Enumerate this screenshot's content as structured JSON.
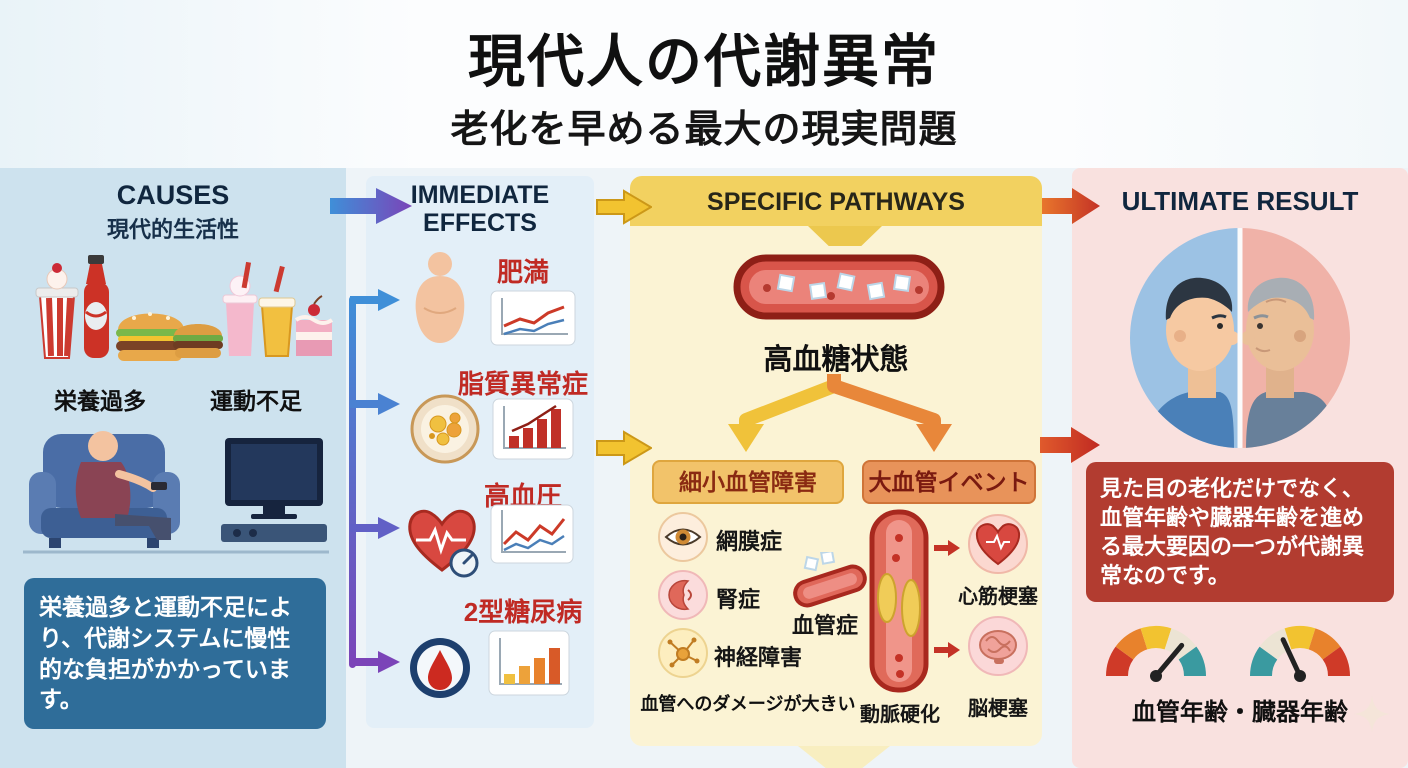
{
  "page": {
    "title": "現代人の代謝異常",
    "subtitle": "老化を早める最大の現実問題"
  },
  "causes": {
    "header": "CAUSES",
    "subheader": "現代的生活性",
    "label_overnutrition": "栄養過多",
    "label_inactivity": "運動不足",
    "note": "栄養過多と運動不足により、代謝システムに慢性的な負担がかかっています。"
  },
  "effects": {
    "header_line1": "IMMEDIATE",
    "header_line2": "EFFECTS",
    "items": [
      {
        "label": "肥満"
      },
      {
        "label": "脂質異常症"
      },
      {
        "label": "高血圧"
      },
      {
        "label": "2型糖尿病"
      }
    ]
  },
  "pathways": {
    "header": "SPECIFIC PATHWAYS",
    "central_state": "高血糖状態",
    "micro": {
      "title": "細小血管障害",
      "items": [
        {
          "label": "網膜症"
        },
        {
          "label": "腎症"
        },
        {
          "label": "血管症"
        },
        {
          "label": "神経障害"
        }
      ],
      "caption": "血管へのダメージが大きい"
    },
    "macro": {
      "title": "大血管イベント",
      "items": [
        {
          "label": "動脈硬化"
        },
        {
          "label": "心筋梗塞"
        },
        {
          "label": "脳梗塞"
        }
      ]
    }
  },
  "result": {
    "header": "ULTIMATE RESULT",
    "note": "見た目の老化だけでなく、血管年齢や臓器年齢を進める最大要因の一つが代謝異常なのです。",
    "caption": "血管年齢・臓器年齢"
  },
  "colors": {
    "effect_label_red": "#c02a24",
    "causes_panel": "#cde2ee",
    "effects_panel": "#e3eff8",
    "pathways_panel": "#fbf3d4",
    "pathways_header_band": "#f2d160",
    "result_panel": "#f9e1df",
    "causes_note_bg": "#2f6d99",
    "result_note_bg": "#b23c30"
  }
}
